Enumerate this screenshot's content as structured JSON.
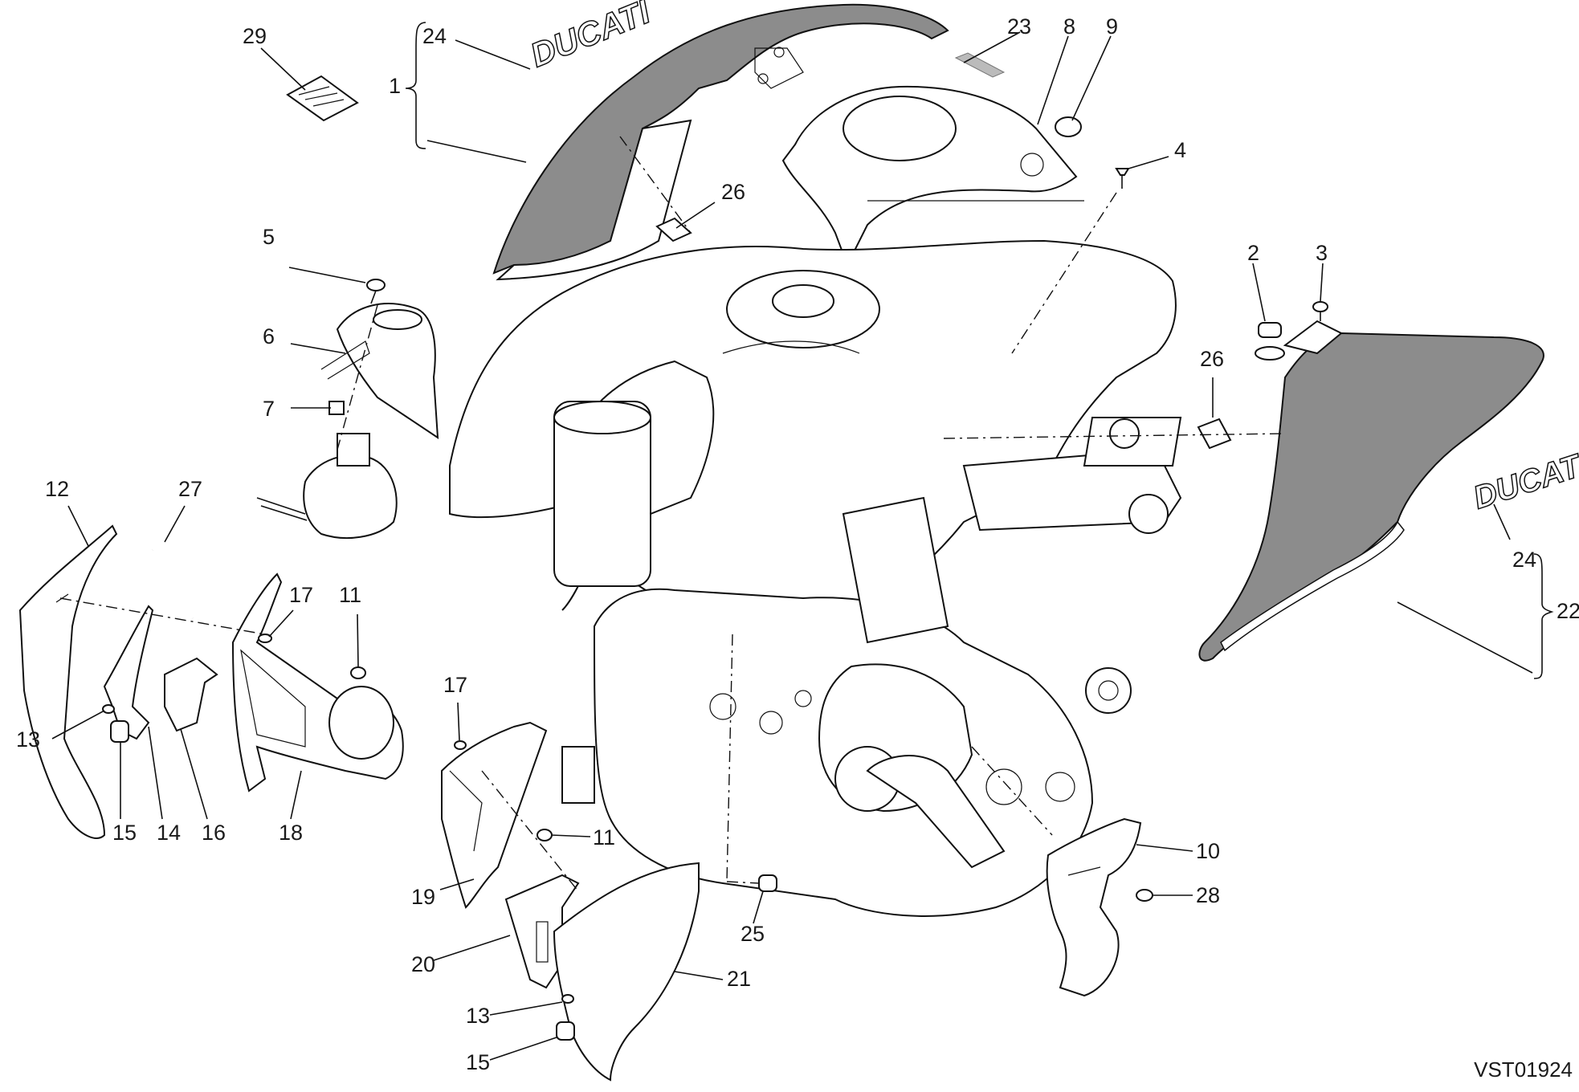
{
  "diagram": {
    "drawing_code": "VST01924",
    "decal_text": "DUCATI",
    "callouts": [
      {
        "id": "c29",
        "text": "29"
      },
      {
        "id": "c24a",
        "text": "24"
      },
      {
        "id": "c1",
        "text": "1"
      },
      {
        "id": "c23",
        "text": "23"
      },
      {
        "id": "c8",
        "text": "8"
      },
      {
        "id": "c9",
        "text": "9"
      },
      {
        "id": "c4",
        "text": "4"
      },
      {
        "id": "c26a",
        "text": "26"
      },
      {
        "id": "c5",
        "text": "5"
      },
      {
        "id": "c6",
        "text": "6"
      },
      {
        "id": "c7",
        "text": "7"
      },
      {
        "id": "c2",
        "text": "2"
      },
      {
        "id": "c3",
        "text": "3"
      },
      {
        "id": "c26b",
        "text": "26"
      },
      {
        "id": "c24b",
        "text": "24"
      },
      {
        "id": "c22",
        "text": "22"
      },
      {
        "id": "c12",
        "text": "12"
      },
      {
        "id": "c27",
        "text": "27"
      },
      {
        "id": "c17a",
        "text": "17"
      },
      {
        "id": "c11a",
        "text": "11"
      },
      {
        "id": "c13a",
        "text": "13"
      },
      {
        "id": "c15a",
        "text": "15"
      },
      {
        "id": "c14",
        "text": "14"
      },
      {
        "id": "c16",
        "text": "16"
      },
      {
        "id": "c18",
        "text": "18"
      },
      {
        "id": "c17b",
        "text": "17"
      },
      {
        "id": "c11b",
        "text": "11"
      },
      {
        "id": "c19",
        "text": "19"
      },
      {
        "id": "c20",
        "text": "20"
      },
      {
        "id": "c21",
        "text": "21"
      },
      {
        "id": "c13b",
        "text": "13"
      },
      {
        "id": "c15b",
        "text": "15"
      },
      {
        "id": "c25",
        "text": "25"
      },
      {
        "id": "c10",
        "text": "10"
      },
      {
        "id": "c28",
        "text": "28"
      }
    ]
  }
}
